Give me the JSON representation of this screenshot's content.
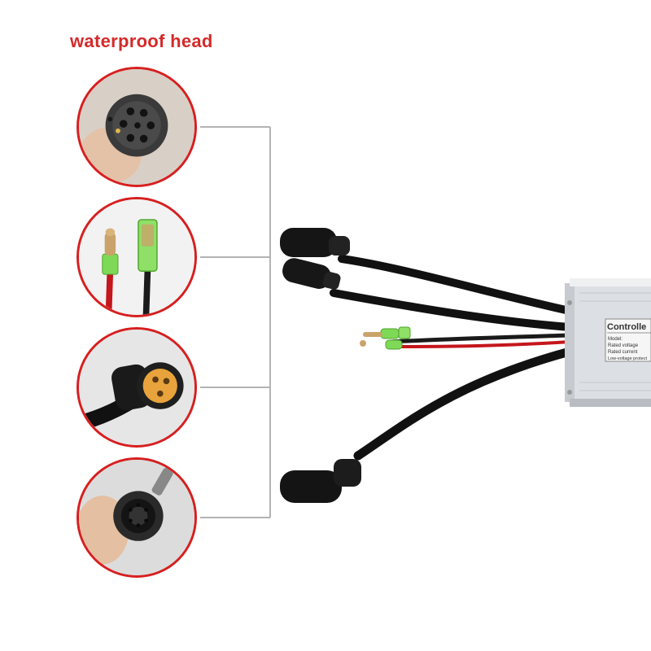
{
  "caption": "waterproof head",
  "colors": {
    "accent_red": "#d71f1f",
    "caption_red": "#d42a2a",
    "connector_line": "#b3b3b3",
    "cable_black": "#111111",
    "wire_red": "#c4161c",
    "sleeve_green": "#7ed957",
    "housing_silver": "#dcdfe3"
  },
  "details": [
    {
      "name": "multi-pin-female-head",
      "icon": "connector-8pin-icon"
    },
    {
      "name": "bullet-terminals",
      "icon": "bullet-connector-icon"
    },
    {
      "name": "three-pin-yellow-head",
      "icon": "connector-3pin-icon"
    },
    {
      "name": "round-female-head",
      "icon": "connector-round-icon"
    }
  ],
  "controller": {
    "title": "Controlle",
    "label_lines": [
      "Model:",
      "Rated voltage",
      "Rated current",
      "Low-voltage protect"
    ]
  }
}
